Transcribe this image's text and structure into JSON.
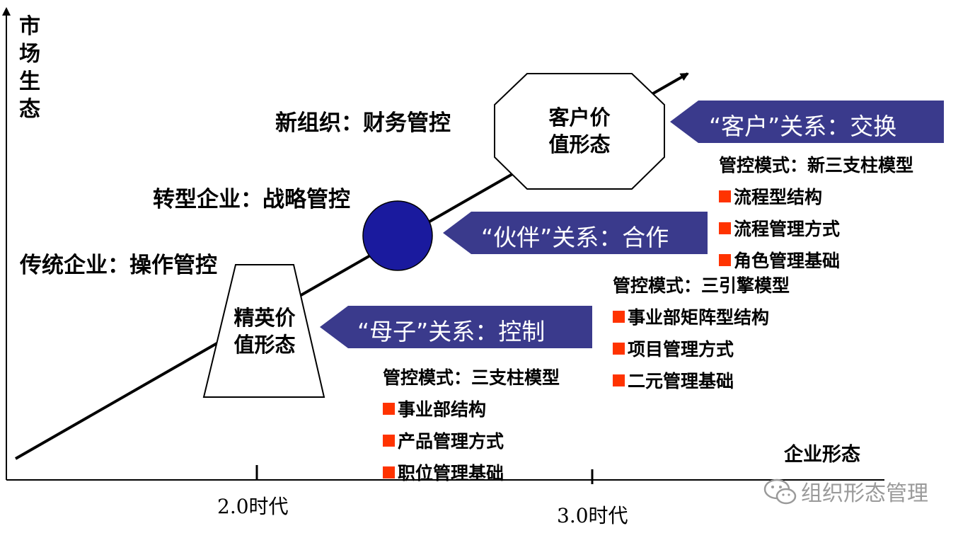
{
  "axes": {
    "y_label": [
      "市",
      "场",
      "生",
      "态"
    ],
    "x_label": "企业形态",
    "eras": [
      "2.0时代",
      "3.0时代"
    ]
  },
  "stages": {
    "traditional": "传统企业：操作管控",
    "transforming": "转型企业：战略管控",
    "new_org": "新组织：财务管控"
  },
  "shapes": {
    "elite": [
      "精英价",
      "值形态"
    ],
    "customer": [
      "客户价",
      "值形态"
    ]
  },
  "banners": {
    "mother_child": "“母子”关系：控制",
    "partner": "“伙伴”关系：合作",
    "customer": "“客户”关系：交换"
  },
  "modes": {
    "three_pillar": {
      "title": "管控模式：三支柱模型",
      "items": [
        "事业部结构",
        "产品管理方式",
        "职位管理基础"
      ]
    },
    "three_engine": {
      "title": "管控模式：三引擎模型",
      "items": [
        "事业部矩阵型结构",
        "项目管理方式",
        "二元管理基础"
      ]
    },
    "new_three_pillar": {
      "title": "管控模式：新三支柱模型",
      "items": [
        "流程型结构",
        "流程管理方式",
        "角色管理基础"
      ]
    }
  },
  "watermark": "组织形态管理",
  "colors": {
    "banner": "#3a3a8c",
    "circle": "#1a1a9e",
    "bullet": "#ff3300",
    "watermark": "#9a9a9a"
  }
}
